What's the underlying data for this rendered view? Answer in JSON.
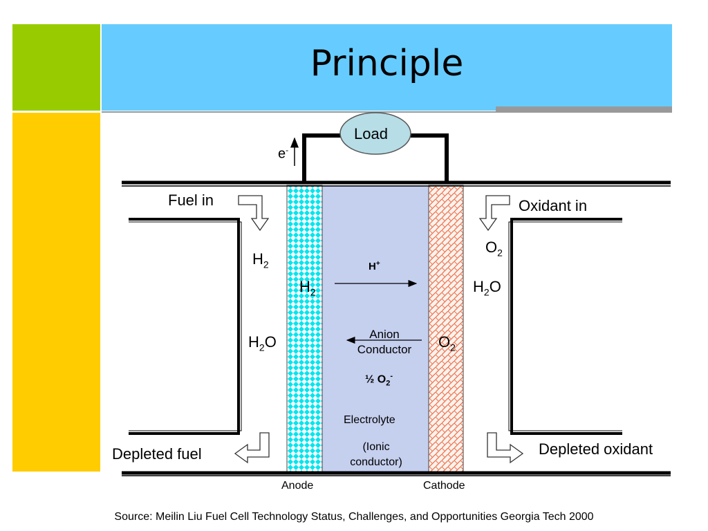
{
  "slide": {
    "title": "Principle",
    "source": "Source: Meilin Liu Fuel Cell Technology Status, Challenges, and Opportunities Georgia Tech 2000"
  },
  "diagram": {
    "load": "Load",
    "electron": "e",
    "electron_sup": "-",
    "fuel_in": "Fuel in",
    "oxidant_in": "Oxidant in",
    "depleted_fuel": "Depleted fuel",
    "depleted_oxidant": "Depleted oxidant",
    "anode": "Anode",
    "cathode": "Cathode",
    "h": "H",
    "o": "O",
    "sub2": "2",
    "h_plus_base": "H",
    "h_plus_sup": "+",
    "anion_line1": "Anion",
    "anion_line2": "Conductor",
    "half_o2_base": "½ O",
    "half_o2_sub": "2",
    "half_o2_sup": "-",
    "electrolyte": "Electrolyte",
    "ionic1": "(Ionic",
    "ionic2": "conductor)"
  },
  "colors": {
    "green_accent": "#99cc00",
    "yellow_accent": "#ffcc00",
    "title_bar": "#66ccff",
    "anode": "#00e5ee",
    "cathode": "#e8734f",
    "electrolyte": "#c5cfee",
    "load": "#b7dde6"
  }
}
